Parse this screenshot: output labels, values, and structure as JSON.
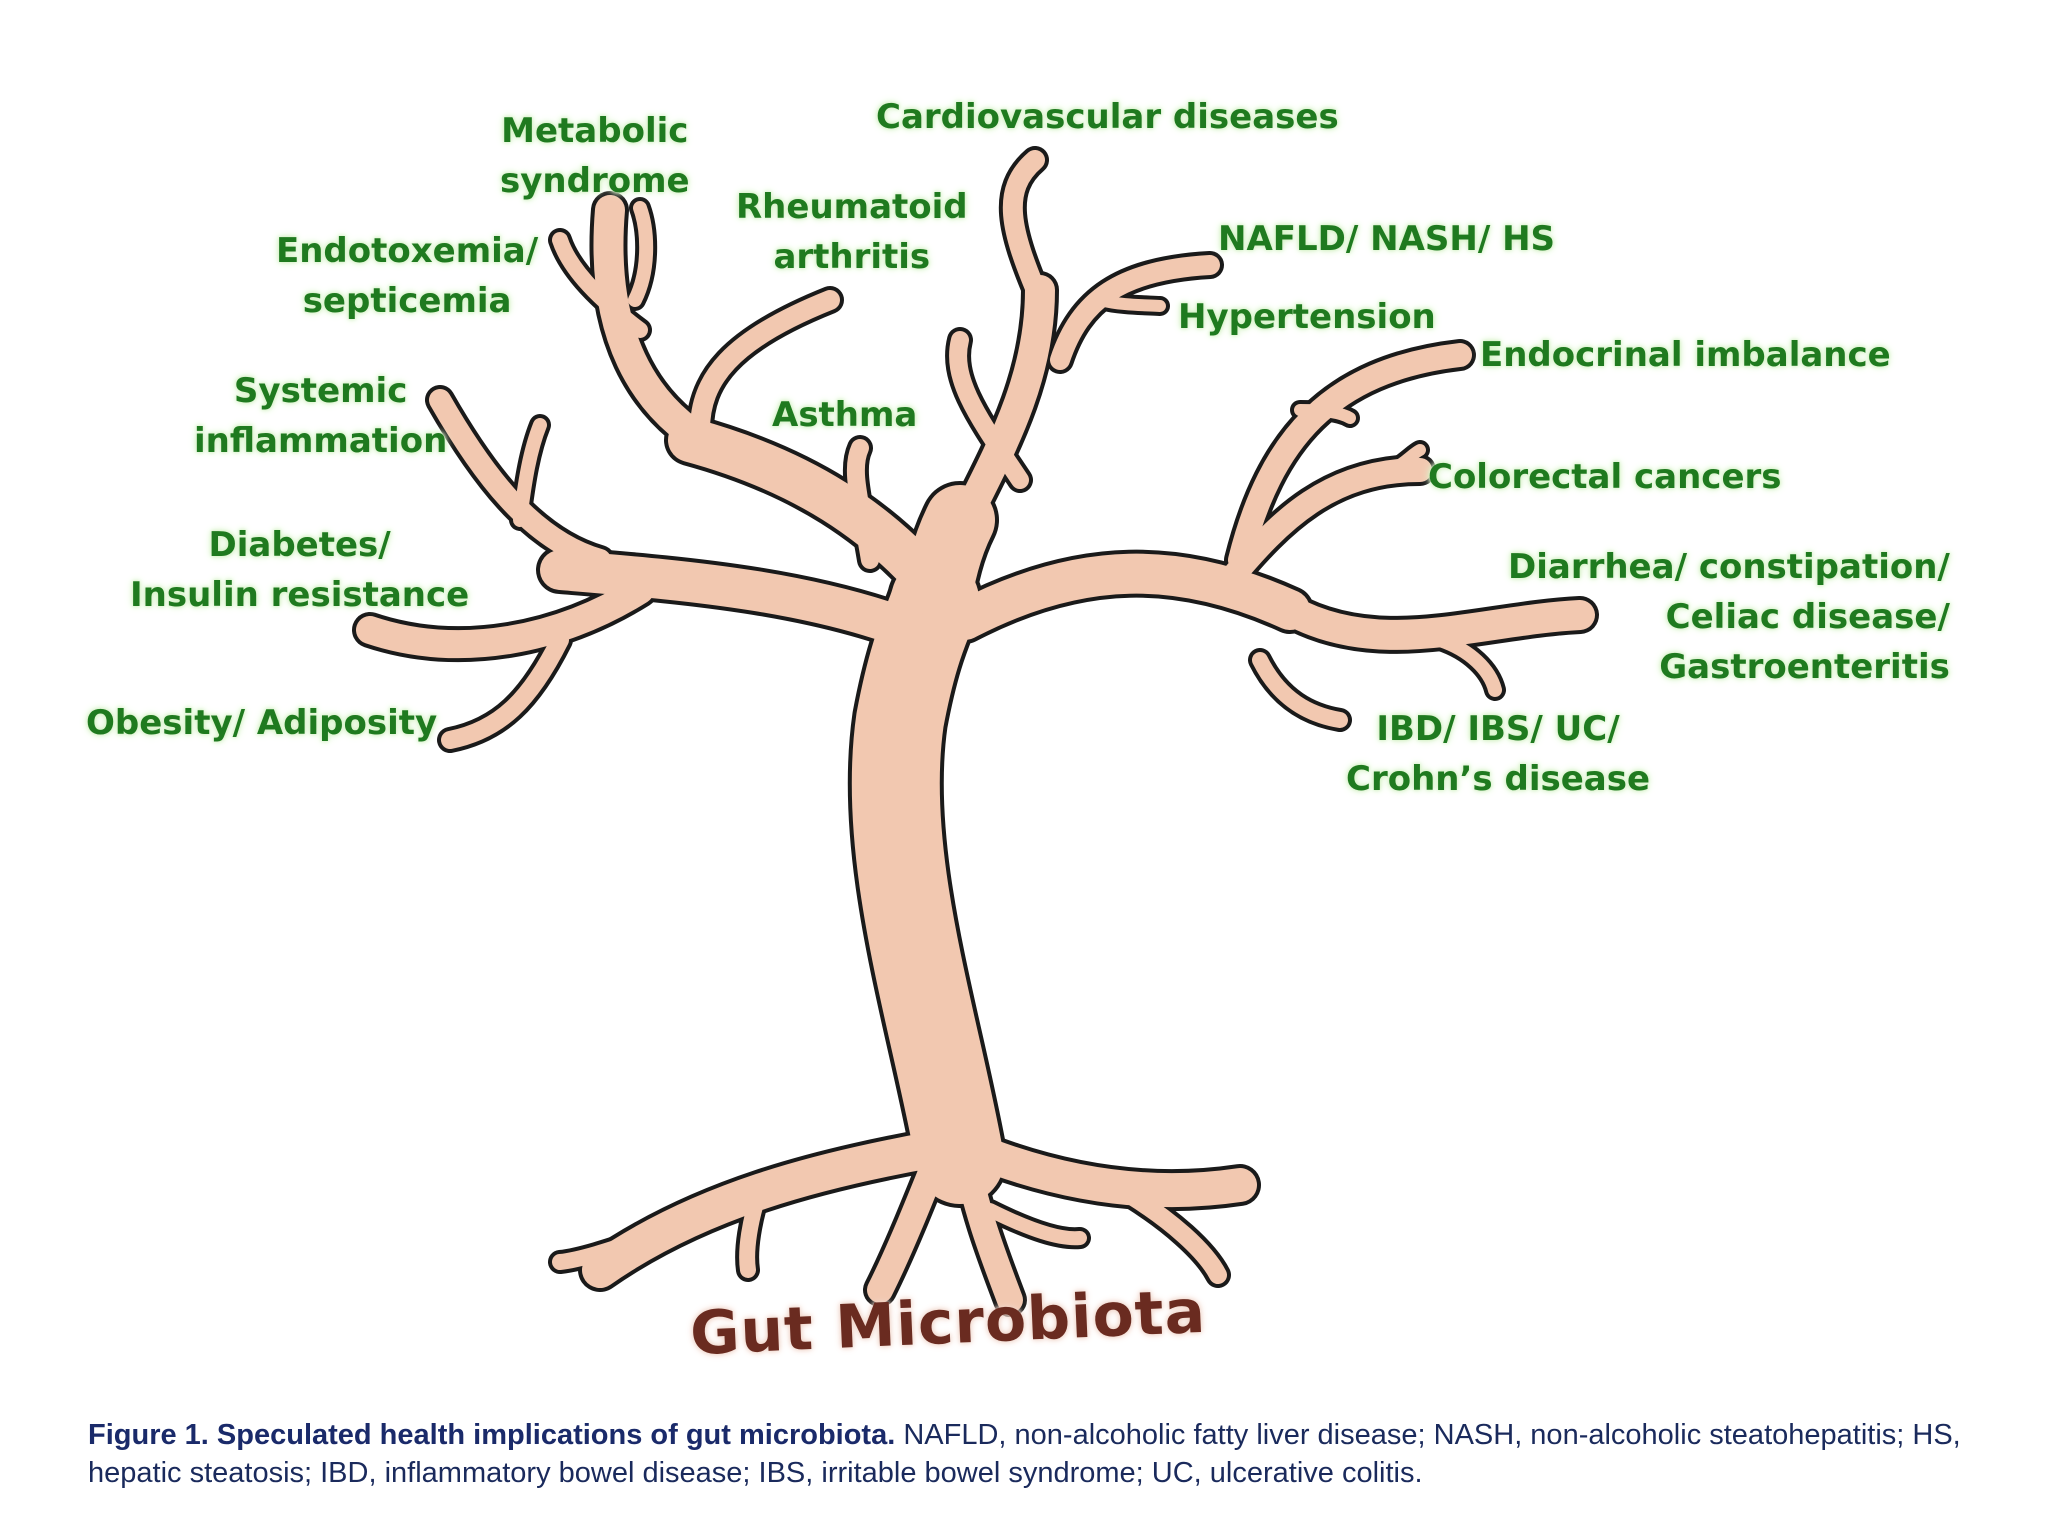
{
  "diagram": {
    "root_label": "Gut Microbiota",
    "labels": {
      "metabolic": [
        "Metabolic",
        "syndrome"
      ],
      "cardiovascular": [
        "Cardiovascular diseases"
      ],
      "rheumatoid": [
        "Rheumatoid",
        "arthritis"
      ],
      "endotoxemia": [
        "Endotoxemia/",
        "septicemia"
      ],
      "nafld": [
        "NAFLD/ NASH/ HS"
      ],
      "hypertension": [
        "Hypertension"
      ],
      "endocrinal": [
        "Endocrinal imbalance"
      ],
      "systemic": [
        "Systemic",
        "inflammation"
      ],
      "asthma": [
        "Asthma"
      ],
      "colorectal": [
        "Colorectal cancers"
      ],
      "diabetes": [
        "Diabetes/",
        "Insulin resistance"
      ],
      "diarrhea": [
        "Diarrhea/ constipation/",
        "Celiac disease/",
        "Gastroenteritis"
      ],
      "obesity": [
        "Obesity/ Adiposity"
      ],
      "ibd": [
        "IBD/ IBS/ UC/",
        "Crohn’s disease"
      ]
    },
    "colors": {
      "label_text": "#1f7a1f",
      "label_glow": "#d4f2c4",
      "tree_fill": "#f2c8b0",
      "tree_outline": "#1a1a1a",
      "root_text": "#6a2b20"
    }
  },
  "caption": {
    "lead": "Figure 1. Speculated health implications of gut microbiota.",
    "body": " NAFLD, non-alcoholic fatty liver disease; NASH, non-alcoholic steatohepatitis; HS, hepatic steatosis; IBD, inflammatory bowel disease; IBS, irritable bowel syndrome; UC, ulcerative colitis."
  }
}
